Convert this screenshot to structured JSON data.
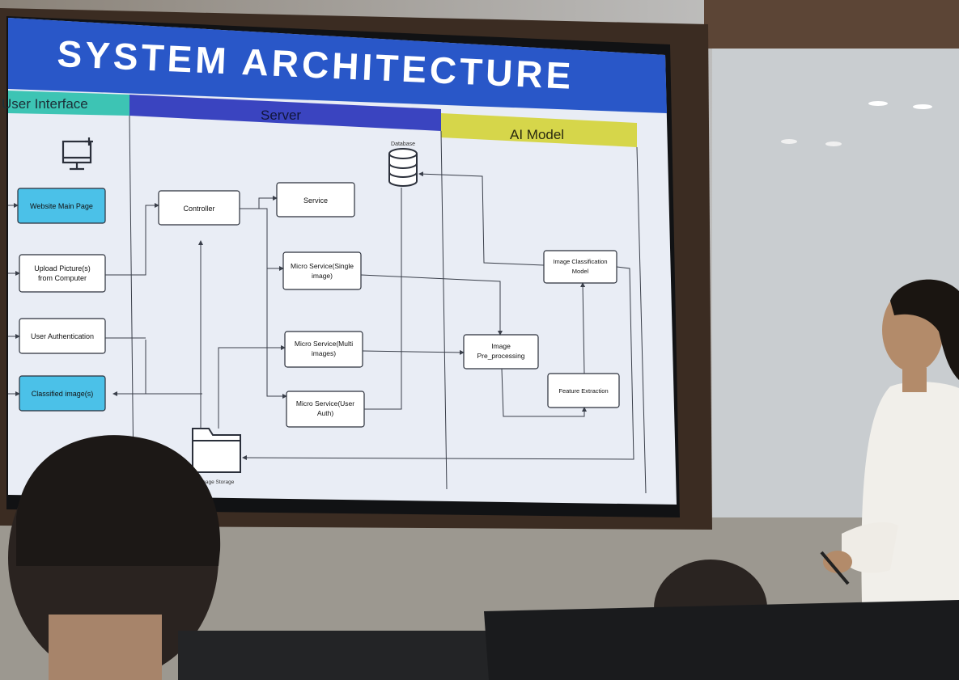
{
  "slide": {
    "title": "SYSTEM ARCHITECTURE",
    "lanes": {
      "ui": "User Interface",
      "server": "Server",
      "ai": "AI Model"
    },
    "nodes": {
      "website_main": "Website Main Page",
      "upload_1": "Upload Picture(s)",
      "upload_2": "from Computer",
      "user_auth": "User Authentication",
      "classified": "Classified image(s)",
      "controller": "Controller",
      "service": "Service",
      "ms_single_1": "Micro Service(Single",
      "ms_single_2": "image)",
      "ms_multi_1": "Micro Service(Multi",
      "ms_multi_2": "images)",
      "ms_user_1": "Micro Service(User",
      "ms_user_2": "Auth)",
      "database": "Database",
      "image_storage": "Image Storage",
      "img_pre_1": "Image",
      "img_pre_2": "Pre_processing",
      "img_class_1": "Image Classification",
      "img_class_2": "Model",
      "feature": "Feature Extraction"
    }
  },
  "colors": {
    "title_bar": "#2957c8",
    "ui_lane": "#3dc4b4",
    "server_lane": "#3a44c0",
    "ai_lane": "#d6d64a",
    "highlight_box": "#4bc1e8"
  },
  "icons": [
    "monitor-icon",
    "database-icon",
    "folder-icon"
  ]
}
